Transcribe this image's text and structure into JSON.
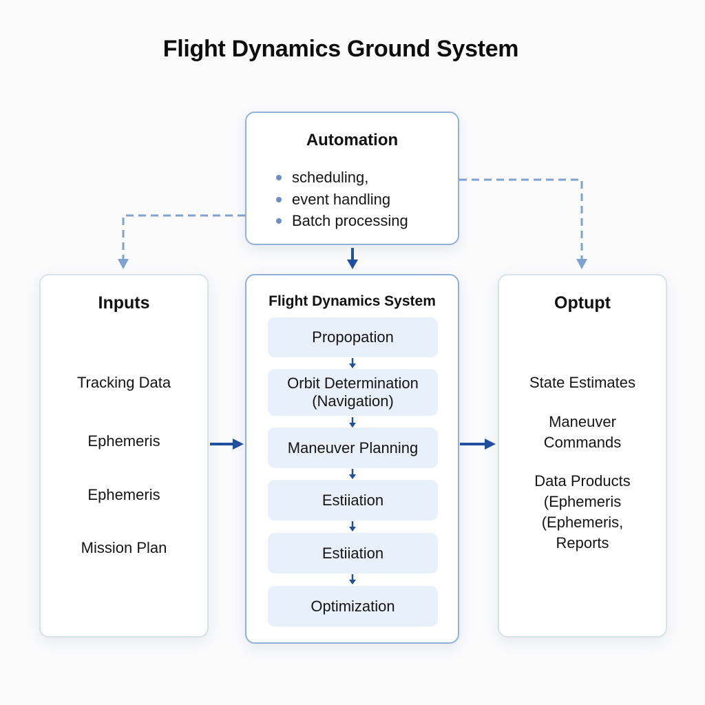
{
  "title": "Flight Dynamics Ground System",
  "colors": {
    "accent_dark": "#1f4f9e",
    "accent_light": "#7ea3d2",
    "step_fill": "#e8f0fa",
    "box_border": "#8fb0d8"
  },
  "automation": {
    "title": "Automation",
    "items": [
      "scheduling,",
      "event handling",
      "Batch processing"
    ]
  },
  "inputs": {
    "title": "Inputs",
    "items": [
      "Tracking Data",
      "Ephemeris",
      "Ephemeris",
      "Mission Plan"
    ]
  },
  "system": {
    "title": "Flight Dynamics System",
    "steps": [
      "Propopation",
      "Orbit Determination\n(Navigation)",
      "Maneuver Planning",
      "Estiiation",
      "Estiiation",
      "Optimization"
    ]
  },
  "output": {
    "title": "Optupt",
    "items": [
      "State Estimates",
      "Maneuver\nCommands",
      "Data Products\n(Ephemeris\n(Ephemeris,\nReports"
    ]
  },
  "connectors": {
    "automation_to_inputs": "dashed",
    "automation_to_output": "dashed",
    "automation_to_system": "solid",
    "inputs_to_system": "solid",
    "system_to_output": "solid"
  }
}
